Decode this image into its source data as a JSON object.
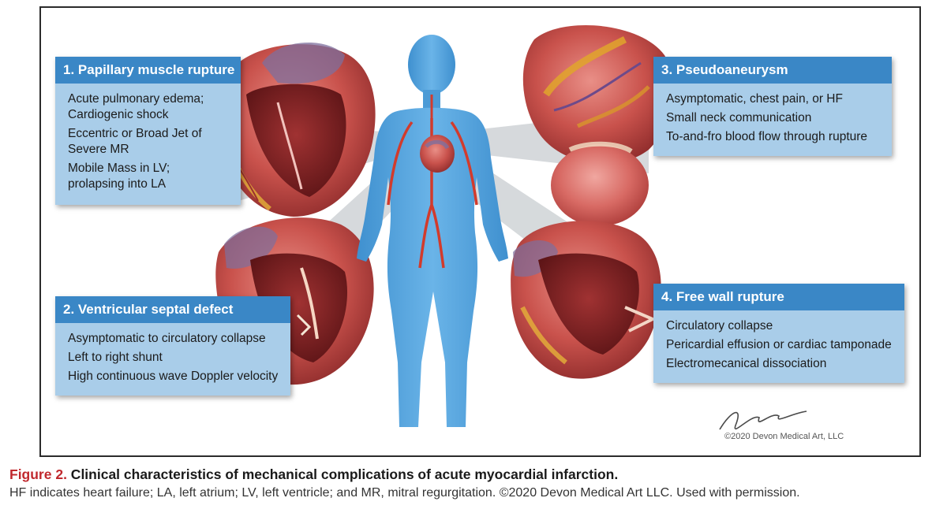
{
  "boxes": {
    "papillary": {
      "title": "1. Papillary muscle rupture",
      "items": [
        "Acute pulmonary edema; Cardiogenic shock",
        "Eccentric or Broad Jet of Severe MR",
        "Mobile Mass in LV; prolapsing into LA"
      ]
    },
    "pseudo": {
      "title": "3. Pseudoaneurysm",
      "items": [
        "Asymptomatic, chest pain, or HF",
        "Small neck communication",
        "To-and-fro blood flow through rupture"
      ]
    },
    "vsd": {
      "title": "2. Ventricular septal defect",
      "items": [
        "Asymptomatic to circulatory collapse",
        "Left to right shunt",
        "High continuous wave Doppler velocity"
      ]
    },
    "fwr": {
      "title": "4. Free wall rupture",
      "items": [
        "Circulatory collapse",
        "Pericardial effusion or cardiac tamponade",
        "Electromecanical dissociation"
      ]
    }
  },
  "copyright_mark": "©2020 Devon Medical Art, LLC",
  "caption": {
    "label": "Figure 2.",
    "title": " Clinical characteristics of mechanical complications of acute myocardial infarction.",
    "note": "HF indicates heart failure; LA, left atrium; LV, left ventricle; and MR, mitral regurgitation. ©2020 Devon Medical Art LLC. Used with permission."
  },
  "colors": {
    "box_header": "#3a87c6",
    "box_body": "#a9cde9",
    "figure_label": "#c0282d",
    "body_figure": "#5aa8e0"
  }
}
